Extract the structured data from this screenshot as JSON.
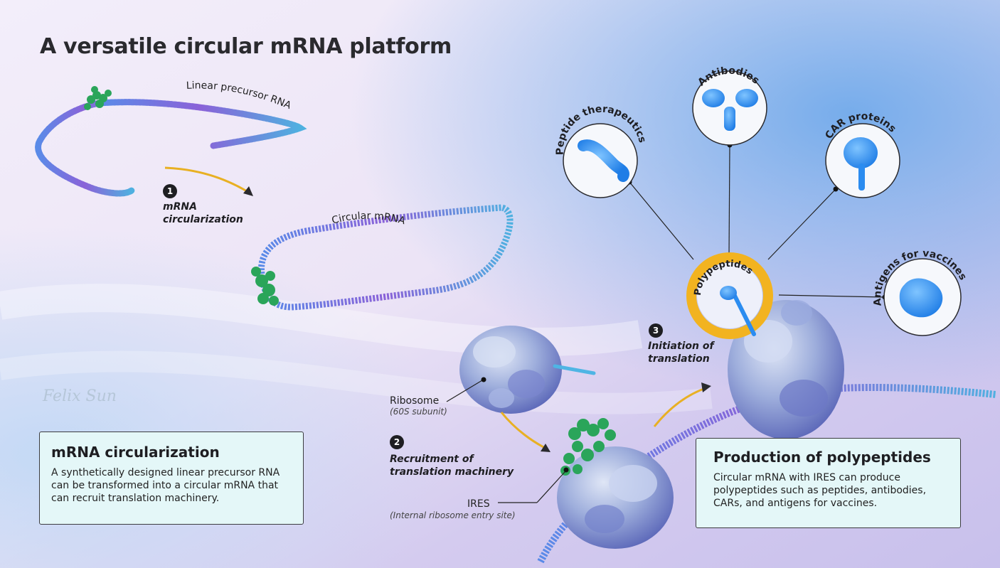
{
  "title": "A versatile circular mRNA platform",
  "labels": {
    "linear_precursor": "Linear precursor RNA",
    "circular_mrna": "Circular mRNA",
    "ribosome": "Ribosome",
    "ribosome_sub": "(60S subunit)",
    "ires": "IRES",
    "ires_sub": "(Internal ribosome entry site)",
    "polypeptides": "Polypeptides",
    "peptide_therapeutics": "Peptide therapeutics",
    "antibodies": "Antibodies",
    "car_proteins": "CAR proteins",
    "antigens": "Antigens for vaccines"
  },
  "steps": [
    {
      "num": "1",
      "line1": "mRNA",
      "line2": "circularization"
    },
    {
      "num": "2",
      "line1": "Recruitment of",
      "line2": "translation machinery"
    },
    {
      "num": "3",
      "line1": "Initiation of",
      "line2": "translation"
    }
  ],
  "cards": {
    "left": {
      "heading": "mRNA circularization",
      "lines": [
        "A synthetically designed linear precursor RNA",
        "can be transformed into a circular mRNA that",
        "can recruit translation machinery."
      ]
    },
    "right": {
      "heading": "Production of polypeptides",
      "lines": [
        "Circular mRNA with IRES can produce",
        "polypeptides such as peptides, antibodies,",
        "CARs, and antigens for vaccines."
      ]
    }
  },
  "signature": "Felix Sun",
  "colors": {
    "accent_gold": "#f2b320",
    "rna_blue": "#4a7de0",
    "rna_purple": "#8c5bd6",
    "ires_green": "#2aa55a",
    "protein_blue": "#2b8cf0",
    "card_bg": "#e4f7f8"
  }
}
